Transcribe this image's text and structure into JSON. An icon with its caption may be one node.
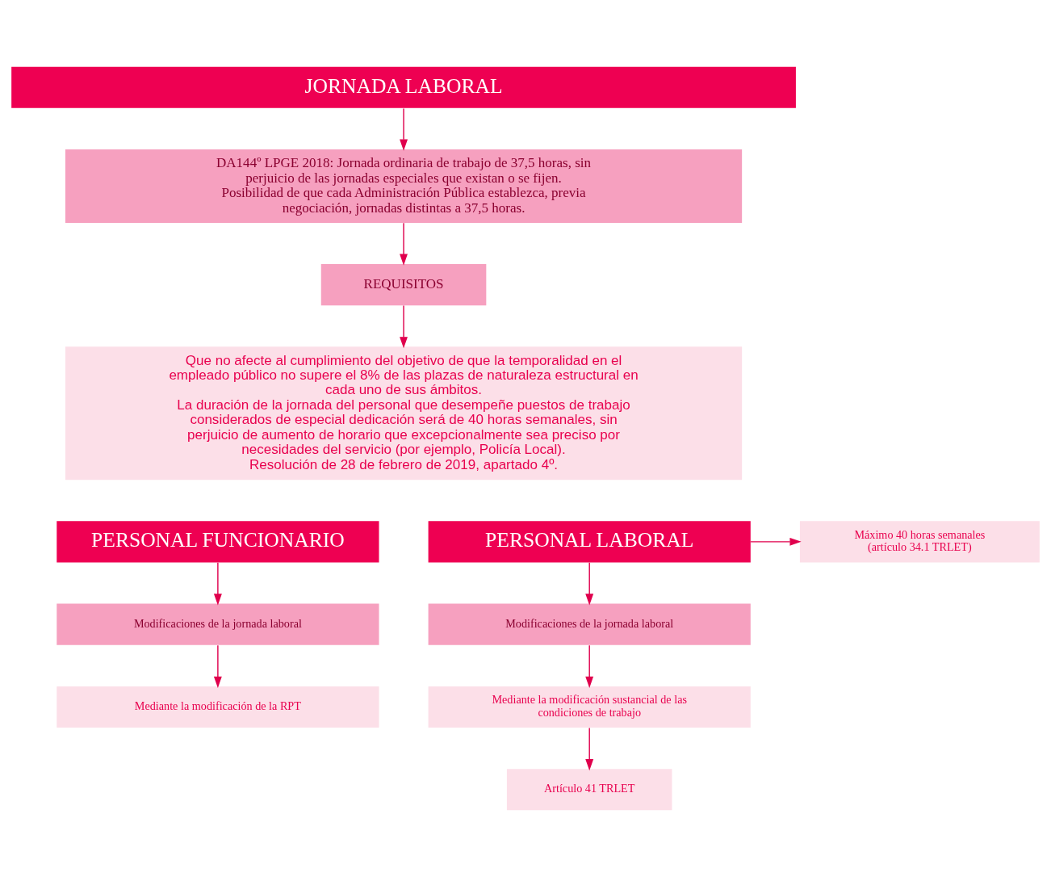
{
  "diagram": {
    "nodes": [
      {
        "text": [
          "JORNADA LABORAL"
        ]
      },
      {
        "text": [
          "DA144º LPGE 2018: Jornada ordinaria de trabajo de 37,5 horas, sin perjuicio de las jornadas especiales que existan o se fijen.",
          "Posibilidad de que cada Administración Pública establezca, previa negociación, jornadas distintas a 37,5 horas."
        ]
      },
      {
        "text": [
          "REQUISITOS"
        ]
      },
      {
        "text": [
          "Que no afecte al cumplimiento del objetivo de que la temporalidad en el empleado público no supere el 8% de las plazas de naturaleza estructural en cada uno de sus ámbitos.",
          "La duración de la jornada del personal que desempeñe puestos de trabajo considerados de especial dedicación será de 40 horas semanales, sin perjuicio de aumento de horario que excepcionalmente sea preciso por necesidades del servicio (por ejemplo, Policía Local).",
          "Resolución de 28 de febrero de 2019, apartado 4º."
        ]
      },
      {
        "text": [
          "PERSONAL FUNCIONARIO"
        ]
      },
      {
        "text": [
          "PERSONAL LABORAL"
        ]
      },
      {
        "text": [
          "Máximo 40 horas semanales (artículo 34.1 TRLET)"
        ]
      },
      {
        "text": [
          "Modificaciones de la jornada laboral"
        ]
      },
      {
        "text": [
          "Mediante la modificación de la RPT"
        ]
      },
      {
        "text": [
          "Modificaciones de la jornada laboral"
        ]
      },
      {
        "text": [
          "Mediante la modificación sustancial de las condiciones de trabajo"
        ]
      },
      {
        "text": [
          "Artículo 41 TRLET"
        ]
      }
    ],
    "edges": [
      {
        "from": 0,
        "to": 1,
        "arrow": "to"
      },
      {
        "from": 1,
        "to": 2,
        "arrow": "to"
      },
      {
        "from": 2,
        "to": 3,
        "arrow": "to"
      },
      {
        "from": 5,
        "to": 6,
        "arrow": "to"
      },
      {
        "from": 4,
        "to": 7,
        "arrow": "to"
      },
      {
        "from": 7,
        "to": 8,
        "arrow": "to"
      },
      {
        "from": 5,
        "to": 9,
        "arrow": "to"
      },
      {
        "from": 9,
        "to": 10,
        "arrow": "to"
      },
      {
        "from": 10,
        "to": 11,
        "arrow": "to"
      }
    ]
  }
}
